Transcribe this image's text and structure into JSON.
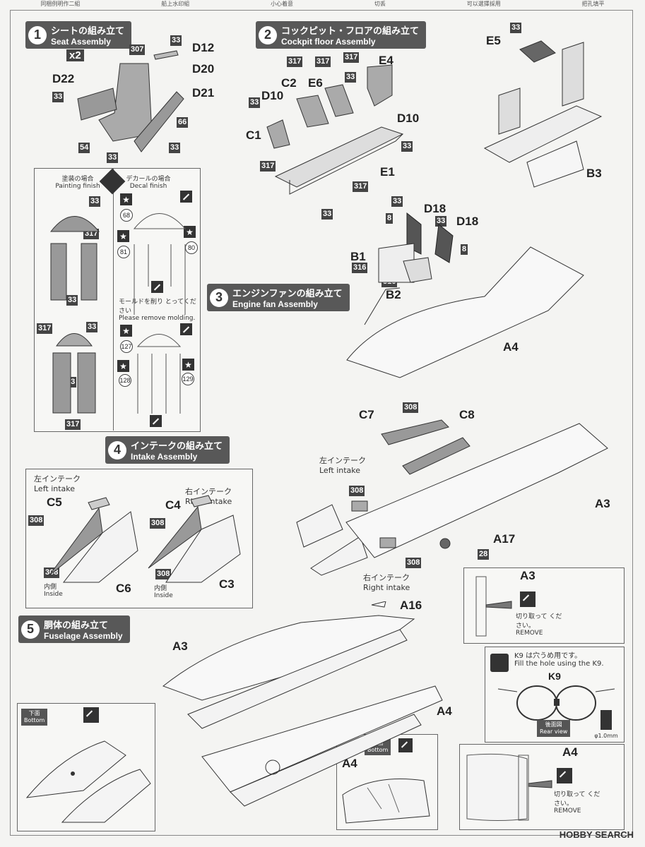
{
  "topbar": [
    "同梱例明作二組",
    "船上水印組",
    "小心着意",
    "切丢",
    "可以選擇採用",
    "把孔填平"
  ],
  "steps": [
    {
      "num": "1",
      "jp": "シートの組み立て",
      "en": "Seat Assembly"
    },
    {
      "num": "2",
      "jp": "コックピット・フロアの組み立て",
      "en": "Cockpit floor Assembly"
    },
    {
      "num": "3",
      "jp": "エンジンファンの組み立て",
      "en": "Engine fan Assembly"
    },
    {
      "num": "4",
      "jp": "インテークの組み立て",
      "en": "Intake Assembly"
    },
    {
      "num": "5",
      "jp": "胴体の組み立て",
      "en": "Fuselage Assembly"
    }
  ],
  "seat": {
    "qty": "x2",
    "parts": [
      "D12",
      "D20",
      "D21",
      "D22"
    ],
    "tags": [
      "33",
      "307",
      "33",
      "66",
      "33",
      "54",
      "33"
    ]
  },
  "cockpit": {
    "parts": [
      "E4",
      "C2",
      "E6",
      "D10",
      "D10",
      "C1",
      "E1",
      "E5",
      "B3"
    ],
    "tags": [
      "317",
      "317",
      "317",
      "33",
      "33",
      "317",
      "317",
      "33",
      "33",
      "33"
    ]
  },
  "finish": {
    "paint_jp": "塗装の場合",
    "paint_en": "Painting finish",
    "decal_jp": "デカールの場合",
    "decal_en": "Decal finish",
    "mold_jp": "モールドを削り とってください",
    "mold_en": "Please remove molding.",
    "decals": [
      "68",
      "81",
      "80",
      "127",
      "128",
      "129"
    ],
    "tags": [
      "33",
      "317",
      "33",
      "317",
      "33",
      "33",
      "317"
    ]
  },
  "engine": {
    "parts": [
      "D18",
      "D18",
      "B1",
      "B2",
      "A4"
    ],
    "tags": [
      "33",
      "8",
      "33",
      "8",
      "316",
      "316"
    ]
  },
  "intake": {
    "left_jp": "左インテーク",
    "left_en": "Left intake",
    "right_jp": "右インテーク",
    "right_en": "Right intake",
    "inside_jp": "内側",
    "inside_en": "Inside",
    "parts": [
      "C5",
      "C6",
      "C4",
      "C3",
      "C7",
      "C8",
      "A3",
      "A17"
    ],
    "tags": [
      "308",
      "308",
      "308",
      "308",
      "308",
      "308",
      "308",
      "28"
    ]
  },
  "fuselage": {
    "parts": [
      "A16",
      "A3",
      "A4",
      "A4",
      "A3",
      "A4",
      "A4",
      "K9"
    ],
    "cut_jp": "切り取って ください。",
    "cut_en": "REMOVE",
    "k9_jp": "K9 は穴うめ用です。",
    "k9_en": "Fill the hole using the K9.",
    "rear_jp": "後面図",
    "rear_en": "Rear view",
    "bottom_jp": "下面",
    "bottom_en": "Bottom",
    "drill": "φ1.0mm"
  },
  "watermark": "HOBBY SEARCH"
}
